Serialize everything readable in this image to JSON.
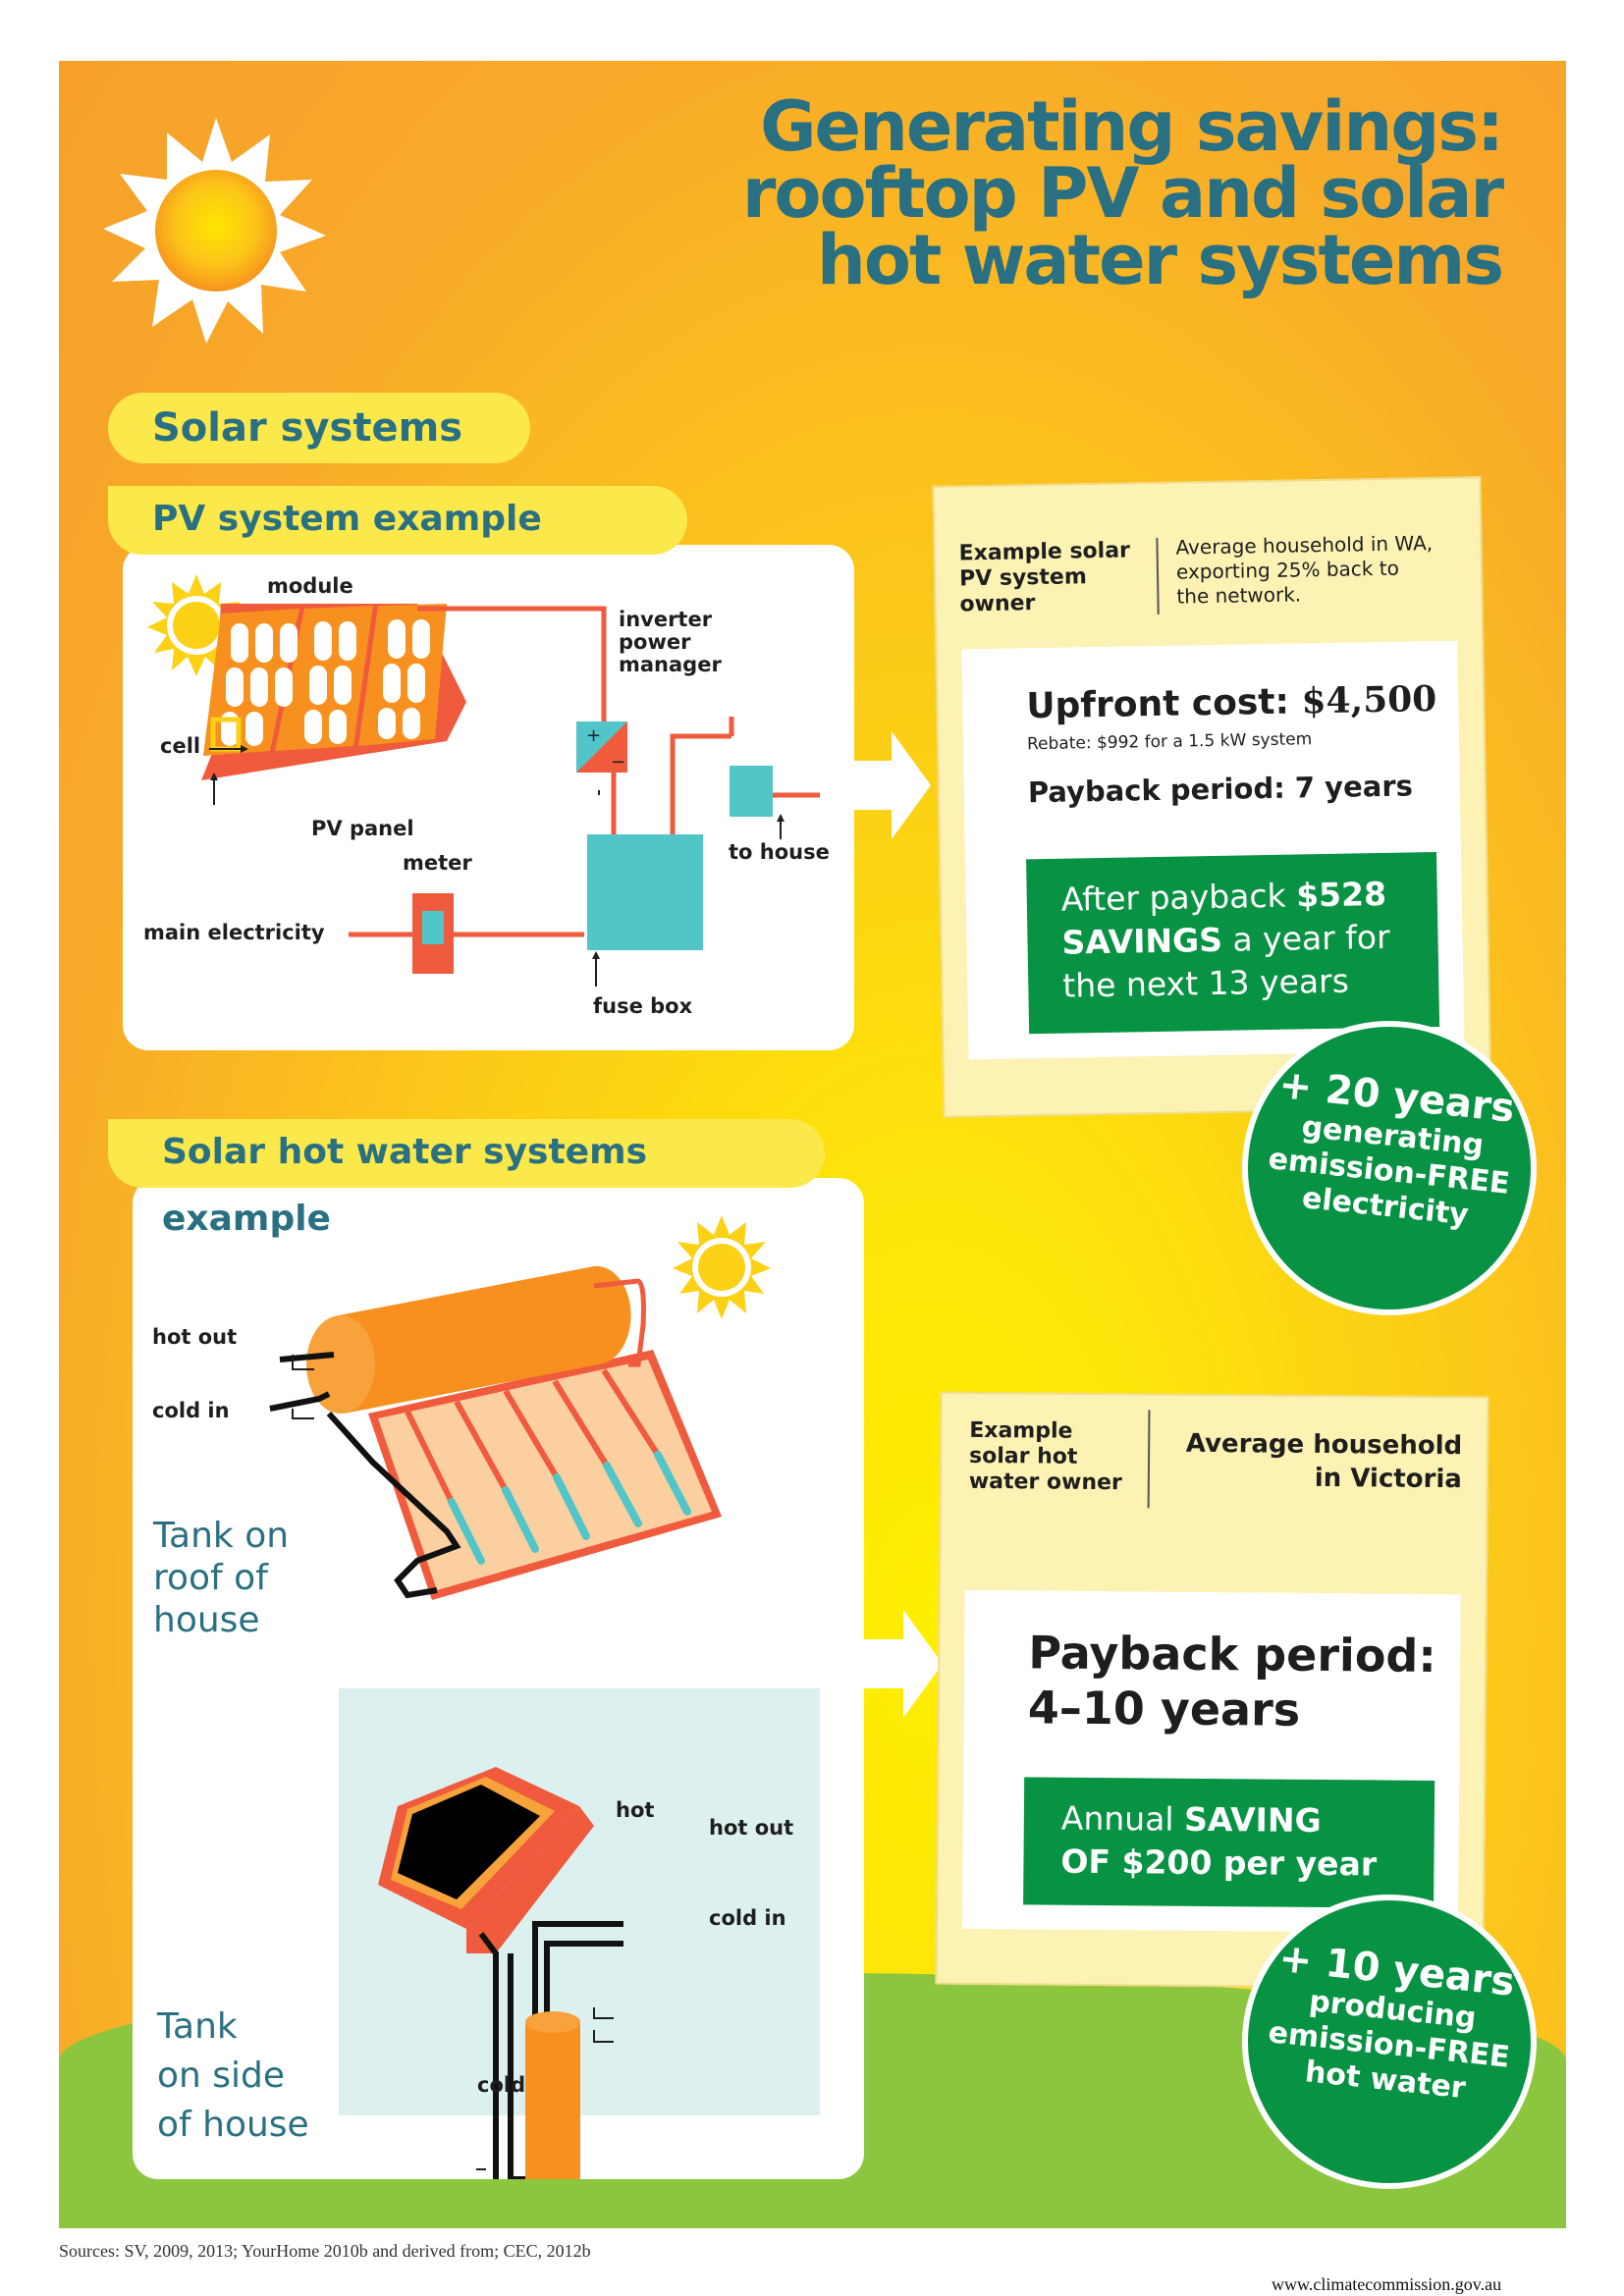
{
  "title_lines": [
    "Generating savings:",
    "rooftop PV and solar",
    "hot water systems"
  ],
  "section_solar": "Solar systems",
  "pv_section": {
    "heading": "PV system example",
    "labels": {
      "module": "module",
      "inverter_line1": "inverter",
      "inverter_line2": "power",
      "inverter_line3": "manager",
      "cell": "cell",
      "pv_panel": "PV panel",
      "meter": "meter",
      "to_house": "to house",
      "main_electricity": "main electricity",
      "fuse_box": "fuse box",
      "plus": "+",
      "minus": "−"
    }
  },
  "pv_note": {
    "owner_line1": "Example solar",
    "owner_line2": "PV system",
    "owner_line3": "owner",
    "household_line1": "Average household in WA,",
    "household_line2": "exporting 25% back to",
    "household_line3": "the network.",
    "upfront_label": "Upfront cost: ",
    "upfront_value": "$4,500",
    "rebate": "Rebate: $992 for a 1.5 kW system",
    "payback_label": "Payback period: ",
    "payback_value": "7 years",
    "savings_prefix": "After payback ",
    "savings_value": "$528",
    "savings_word": "SAVINGS",
    "savings_rest": " a year for",
    "savings_line3": "the next 13 years"
  },
  "pv_badge": {
    "line1": "+ 20 years",
    "line2": "generating",
    "line3": "emission-",
    "line3_strong": "FREE",
    "line4": "electricity"
  },
  "hw_section": {
    "heading": "Solar hot water systems example",
    "labels": {
      "hot_out_1": "hot out",
      "cold_in_1": "cold in",
      "tank_roof_1": "Tank on",
      "tank_roof_2": "roof of",
      "tank_roof_3": "house",
      "hot": "hot",
      "hot_out_2": "hot out",
      "cold_in_2": "cold in",
      "cold": "cold",
      "tank_side_1": "Tank",
      "tank_side_2": "on side",
      "tank_side_3": "of house"
    }
  },
  "hw_note": {
    "owner_line1": "Example",
    "owner_line2": "solar hot",
    "owner_line3": "water owner",
    "household_line1": "Average household",
    "household_line2": "in Victoria",
    "payback_line1": "Payback period:",
    "payback_line2": "4–10 years",
    "saving_prefix": "Annual ",
    "saving_word": "SAVING",
    "saving_line2": "OF $200 per year"
  },
  "hw_badge": {
    "line1": "+ 10 years",
    "line2": "producing",
    "line3": "emission-",
    "line3_strong": "FREE",
    "line4": "hot water"
  },
  "footer": {
    "sources": "Sources: SV, 2009, 2013; YourHome 2010b and derived from; CEC, 2012b",
    "website": "www.climatecommission.gov.au"
  },
  "colors": {
    "teal_text": "#2a7083",
    "green": "#089344",
    "orange": "#f7901e",
    "red_line": "#ef5b3c",
    "panel_teal": "#52c5c9",
    "yellow": "#fbe84a"
  }
}
